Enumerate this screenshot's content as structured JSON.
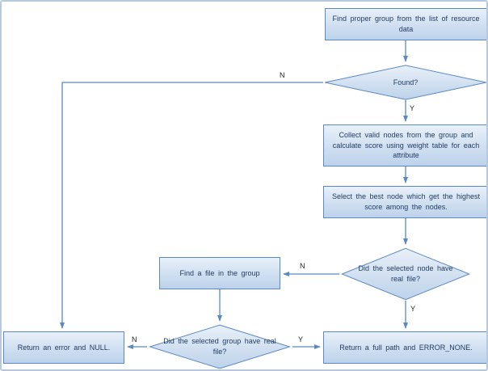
{
  "flowchart": {
    "nodes": [
      {
        "id": "find-group",
        "type": "process",
        "label": "Find proper group from the list of resource data"
      },
      {
        "id": "found",
        "type": "decision",
        "label": "Found?"
      },
      {
        "id": "collect",
        "type": "process",
        "label": "Collect valid nodes from the group and calculate score using weight table for each attribute"
      },
      {
        "id": "select-best",
        "type": "process",
        "label": "Select the best node which get the highest score among the nodes."
      },
      {
        "id": "node-real-file",
        "type": "decision",
        "label": "Did the selected node have real file?"
      },
      {
        "id": "find-file",
        "type": "process",
        "label": "Find a file in the group"
      },
      {
        "id": "group-real-file",
        "type": "decision",
        "label": "Did the selected group have real file?"
      },
      {
        "id": "return-error",
        "type": "process",
        "label": "Return an error and NULL."
      },
      {
        "id": "return-path",
        "type": "process",
        "label": "Return a full path and ERROR_NONE."
      }
    ],
    "edges": {
      "found_no": "N",
      "found_yes": "Y",
      "node_no": "N",
      "node_yes": "Y",
      "group_no": "N",
      "group_yes": "Y"
    },
    "colors": {
      "line": "#5b8ac2",
      "node_border": "#5b8ac2",
      "node_fill_top": "#e9f0f9",
      "node_fill_bottom": "#bdd2ea",
      "text": "#1f3a5f",
      "frame_border": "#b7c9e0"
    }
  }
}
